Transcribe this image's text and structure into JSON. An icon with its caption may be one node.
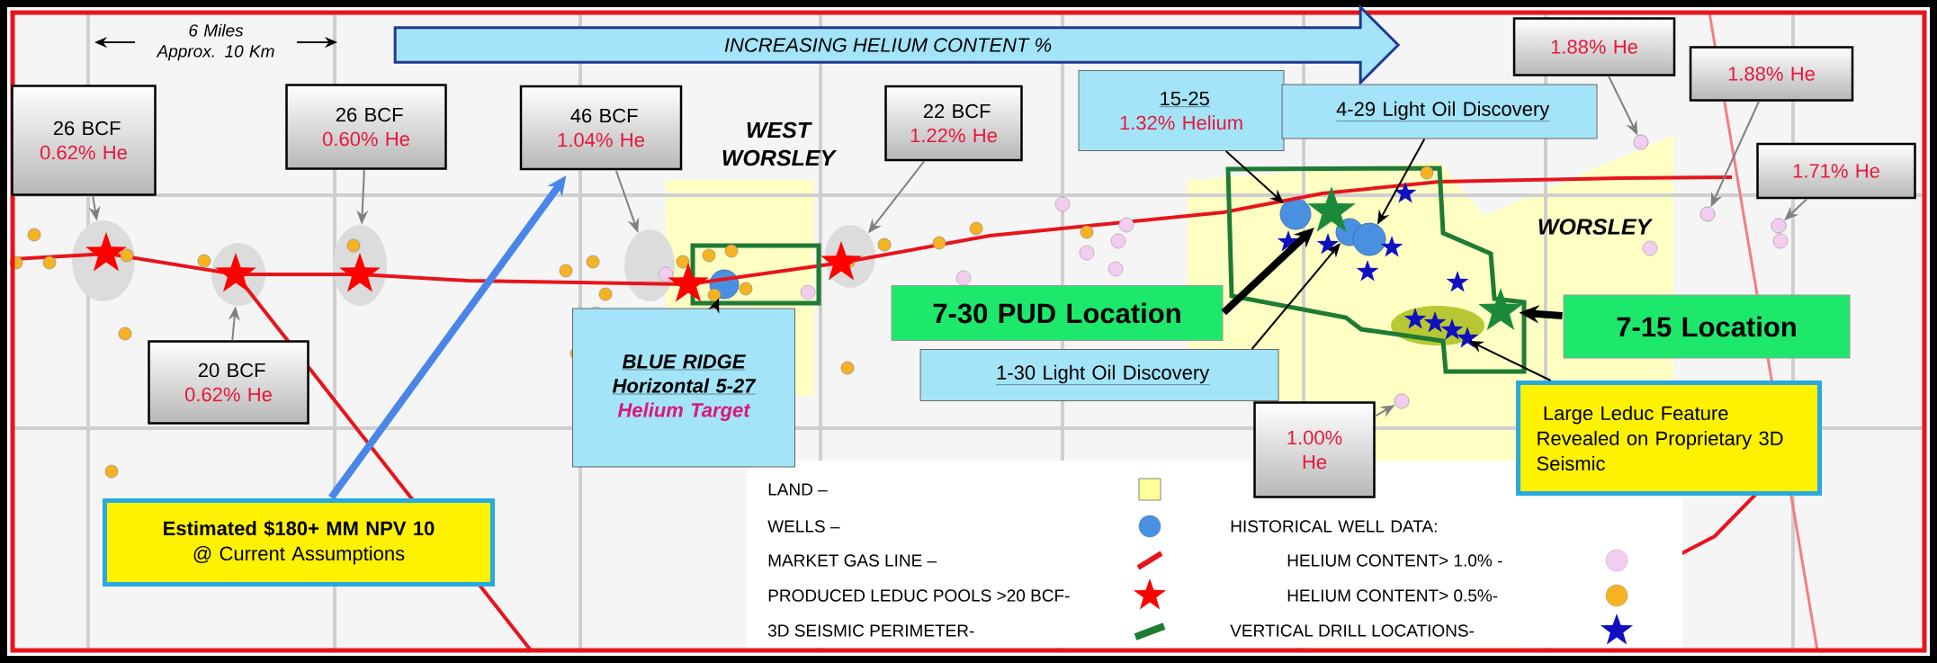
{
  "diagram": {
    "nodes": [
      {
        "text": [
          "INCREASING HELIUM CONTENT %"
        ]
      },
      {
        "text": [
          "26 BCF",
          "0.62% He"
        ]
      },
      {
        "text": [
          "26 BCF",
          "0.60% He"
        ]
      },
      {
        "text": [
          "46 BCF",
          "1.04% He"
        ]
      },
      {
        "text": [
          "22 BCF",
          "1.22% He"
        ]
      },
      {
        "text": [
          "15-25",
          "1.32% Helium"
        ]
      },
      {
        "text": [
          "4-29 Light Oil Discovery"
        ]
      },
      {
        "text": [
          "1.88% He"
        ]
      },
      {
        "text": [
          "1.88% He"
        ]
      },
      {
        "text": [
          "1.71% He"
        ]
      },
      {
        "text": [
          "20 BCF",
          "0.62% He"
        ]
      },
      {
        "text": [
          "7-30 PUD Location"
        ]
      },
      {
        "text": [
          "7-15 Location"
        ]
      },
      {
        "text": [
          "1-30 Light Oil Discovery"
        ]
      },
      {
        "text": [
          "BLUE RIDGE",
          "Horizontal 5-27",
          "Helium Target"
        ]
      },
      {
        "text": [
          "1.00% He"
        ]
      },
      {
        "text": [
          "Large Leduc Feature Revealed on Proprietary 3D Seismic"
        ]
      },
      {
        "text": [
          "Estimated $180+ MM NPV 10",
          "@ Current Assumptions"
        ]
      },
      {
        "text": [],
        "shape": "circle"
      },
      {
        "text": [],
        "shape": "circle"
      },
      {
        "text": [],
        "shape": "circle"
      },
      {
        "text": [],
        "shape": "circle"
      },
      {
        "text": [],
        "shape": "circle"
      },
      {
        "text": [],
        "shape": "circle"
      },
      {
        "text": [],
        "shape": "circle"
      },
      {
        "text": [],
        "shape": "star"
      },
      {
        "text": [],
        "shape": "circle"
      },
      {
        "text": [],
        "shape": "circle"
      },
      {
        "text": [],
        "shape": "star"
      },
      {
        "text": [],
        "shape": "circle"
      },
      {
        "text": [],
        "shape": "circle"
      },
      {
        "text": [],
        "shape": "circle"
      },
      {
        "text": [],
        "shape": "circle"
      },
      {
        "text": [],
        "shape": "circle"
      }
    ],
    "edges": [
      {
        "from": 1,
        "to": 18,
        "arrow": "to"
      },
      {
        "from": 2,
        "to": 20,
        "arrow": "to"
      },
      {
        "from": 3,
        "to": 21,
        "arrow": "to"
      },
      {
        "from": 4,
        "to": 22,
        "arrow": "to"
      },
      {
        "from": 10,
        "to": 19,
        "arrow": "to"
      },
      {
        "from": 7,
        "to": 30,
        "arrow": "to"
      },
      {
        "from": 8,
        "to": 31,
        "arrow": "to"
      },
      {
        "from": 9,
        "to": 32,
        "arrow": "to"
      },
      {
        "from": 15,
        "to": 33,
        "arrow": "to"
      },
      {
        "from": 5,
        "to": 24,
        "arrow": "to",
        "color": "#000000"
      },
      {
        "from": 6,
        "to": 27,
        "arrow": "to",
        "color": "#000000"
      },
      {
        "from": 13,
        "to": 26,
        "arrow": "to",
        "color": "#000000"
      },
      {
        "from": 14,
        "to": 23,
        "arrow": "to",
        "color": "#000000"
      },
      {
        "from": 11,
        "to": 25,
        "arrow": "to",
        "style": "thick",
        "color": "#000000"
      },
      {
        "from": 12,
        "to": 28,
        "arrow": "to",
        "style": "thick",
        "color": "#000000"
      },
      {
        "from": 16,
        "to": 29,
        "arrow": "to",
        "color": "#000000"
      },
      {
        "from": 17,
        "to": 3,
        "arrow": "to",
        "style": "thick",
        "color": "#4a86e8"
      }
    ],
    "labels": [
      "6 Miles Approx. 10 Km",
      "WEST WORSLEY",
      "WORSLEY",
      "HISTORICAL WELL DATA:"
    ],
    "legend": [
      {
        "text": "LAND –",
        "color": "#ffff99"
      },
      {
        "text": "WELLS –"
      },
      {
        "text": "MARKET GAS LINE –"
      },
      {
        "text": "PRODUCED LEDUC POOLS >20 BCF-"
      },
      {
        "text": "3D SEISMIC PERIMETER-"
      },
      {
        "text": "HELIUM CONTENT> 1.0% -"
      },
      {
        "text": "HELIUM CONTENT> 0.5%-"
      },
      {
        "text": "VERTICAL DRILL LOCATIONS-"
      }
    ]
  }
}
